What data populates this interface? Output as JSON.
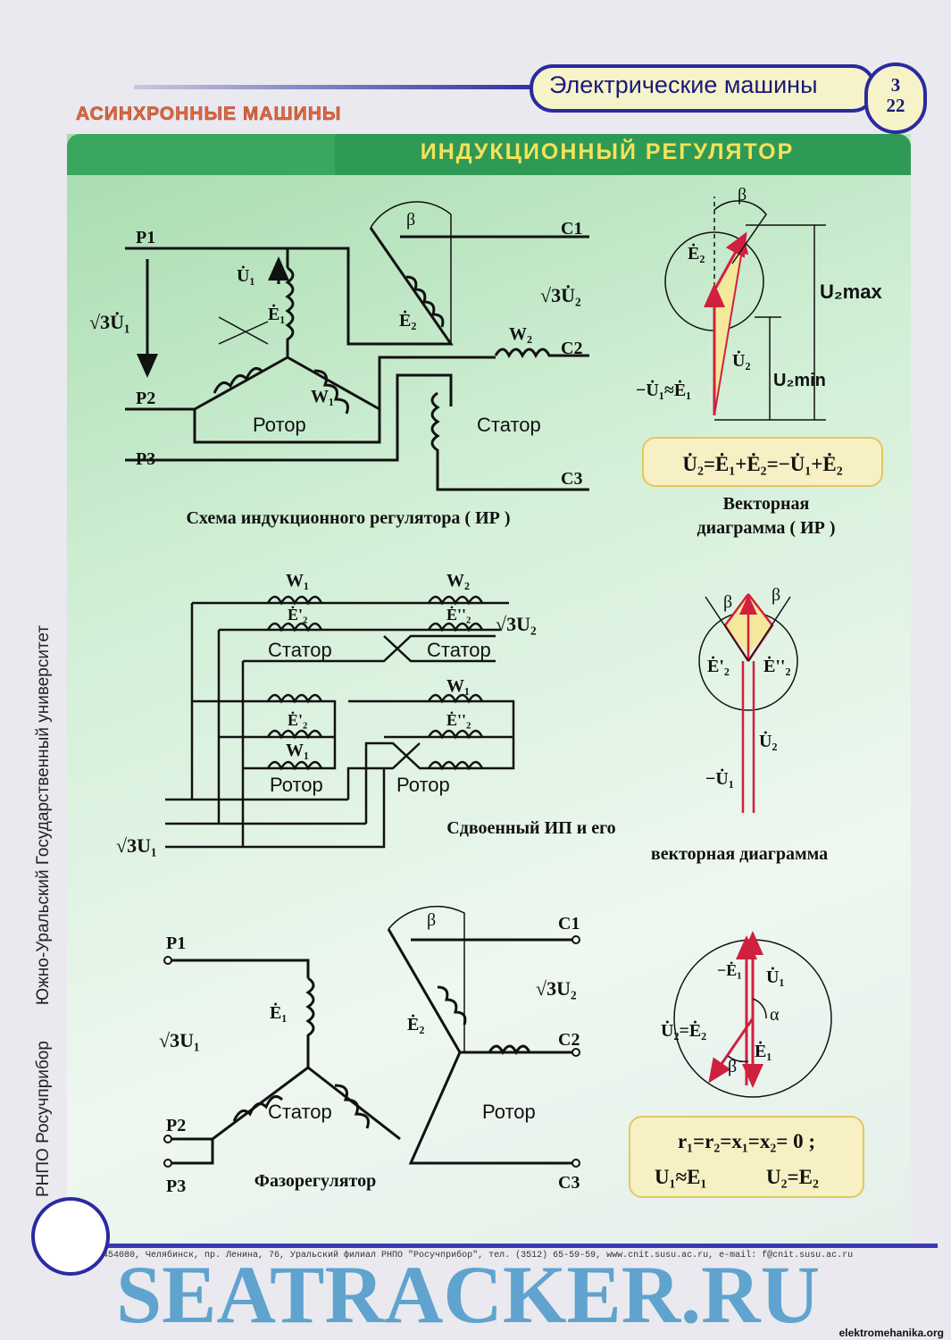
{
  "header": {
    "subject": "Электрические машины",
    "page_num_top": "3",
    "page_num_bottom": "22",
    "section": "АСИНХРОННЫЕ МАШИНЫ",
    "title": "ИНДУКЦИОННЫЙ РЕГУЛЯТОР"
  },
  "sidebar": {
    "org": "РНПО Росучприбор",
    "university": "Южно-Уральский Государственный университет"
  },
  "diagram1": {
    "p1": "P1",
    "p2": "P2",
    "p3": "P3",
    "c1": "C1",
    "c2": "C2",
    "c3": "C3",
    "u_in": "√3U̇₁",
    "u_out": "√3U̇₂",
    "u1": "U̇₁",
    "e1": "Ė₁",
    "e2": "Ė₂",
    "w1": "W₁",
    "w2": "W₂",
    "beta": "β",
    "rotor": "Ротор",
    "stator": "Статор",
    "caption": "Схема индукционного регулятора ( ИР )"
  },
  "vector1": {
    "beta": "β",
    "e2": "Ė₂",
    "u2": "U̇₂",
    "minus_u1": "−U̇₁≈Ė₁",
    "u2max": "U₂max",
    "u2min": "U₂min",
    "formula": "U̇₂=Ė₁+Ė₂=−U̇₁+Ė₂",
    "caption_line1": "Векторная",
    "caption_line2": "диаграмма ( ИР )"
  },
  "diagram2": {
    "w1_a": "W₁",
    "w2": "W₂",
    "e2p_a": "Ė'₂",
    "e2pp_a": "Ė''₂",
    "stator_a": "Статор",
    "stator_b": "Статор",
    "u_out": "√3U₂",
    "w1_b": "W₁",
    "e2p_b": "Ė'₂",
    "e2pp_b": "Ė''₂",
    "w1_c": "W₁",
    "rotor_a": "Ротор",
    "rotor_b": "Ротор",
    "u_in": "√3U₁",
    "caption_line1": "Сдвоенный ИП и его",
    "caption_line2": "векторная диаграмма"
  },
  "vector2": {
    "beta_l": "β",
    "beta_r": "β",
    "e2p": "Ė'₂",
    "e2pp": "Ė''₂",
    "u2": "U̇₂",
    "minus_u1": "−U̇₁"
  },
  "diagram3": {
    "p1": "P1",
    "p2": "P2",
    "p3": "P3",
    "c1": "C1",
    "c2": "C2",
    "c3": "C3",
    "u_in": "√3U₁",
    "u_out": "√3U₂",
    "e1": "Ė₁",
    "e2": "Ė₂",
    "beta": "β",
    "stator": "Статор",
    "rotor": "Ротор",
    "caption": "Фазорегулятор"
  },
  "vector3": {
    "minus_e1": "−Ė₁",
    "u1": "U̇₁",
    "alpha": "α",
    "u2e2": "U̇₂=Ė₂",
    "e1": "Ė₁",
    "beta": "β",
    "formula_line1": "r₁=r₂=x₁=x₂= 0 ;",
    "formula_line2a": "U₁≈E₁",
    "formula_line2b": "U₂=E₂"
  },
  "footer": {
    "address": "454080, Челябинск, пр. Ленина, 76, Уральский филиал РНПО \"Росучприбор\", тел. (3512) 65-59-59, www.cnit.susu.ac.ru,  e-mail: f@cnit.susu.ac.ru",
    "watermark": "SEATRACKER.RU",
    "site": "elektromehanika.org"
  },
  "colors": {
    "band": "#2f9a56",
    "title": "#f2e35a",
    "vector": "#d02040",
    "frame": "#2a2aa0"
  }
}
